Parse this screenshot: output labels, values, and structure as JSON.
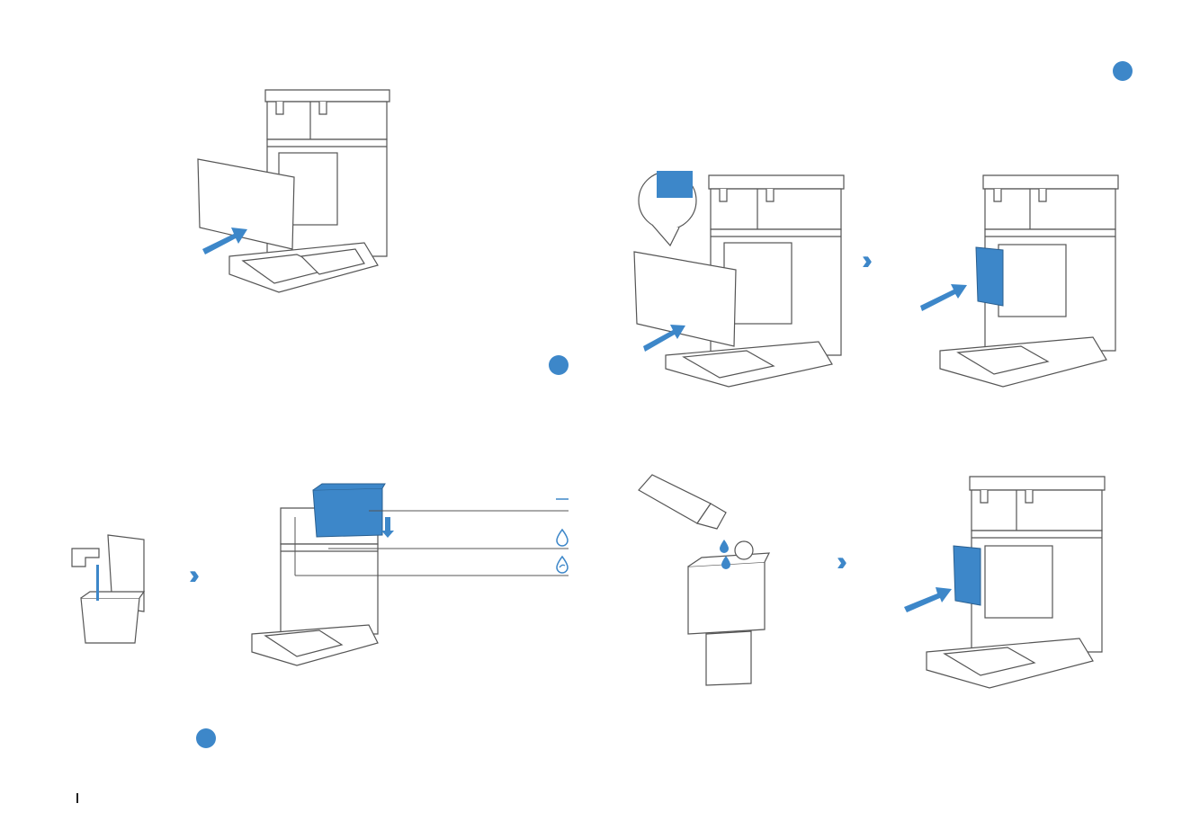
{
  "page": {
    "accent_color": "#3d87c9",
    "line_color": "#555555"
  },
  "icons": {
    "step_marker": "filled-circle",
    "next_arrow": "double-chevron-right",
    "water_level_max": "horizontal-line",
    "water_drop": "water-drop-outline",
    "cleaning_solution": "water-drop-with-leaf"
  }
}
